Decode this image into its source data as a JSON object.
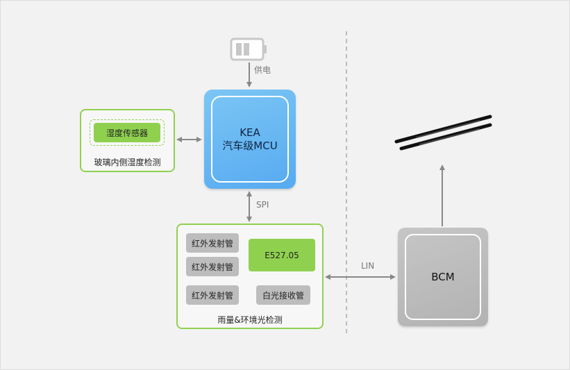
{
  "power_label": "供电",
  "spi_label": "SPI",
  "lin_label": "LIN",
  "mcu": {
    "line1": "KEA",
    "line2": "汽车级MCU"
  },
  "humidity_module": {
    "chip": "湿度传感器",
    "caption": "玻璃内侧湿度检测"
  },
  "rain_module": {
    "caption": "雨量&环境光检测",
    "emitters": [
      "红外发射管",
      "红外发射管",
      "红外发射管"
    ],
    "ic": "E527.05",
    "receiver": "白光接收管"
  },
  "bcm_label": "BCM",
  "colors": {
    "green": "#8fd14f",
    "mcu_blue": "#56aaf0",
    "bcm_gray": "#b8b8b8",
    "arrow": "#888888"
  },
  "icons": [
    "battery-icon",
    "wiper-icon"
  ]
}
